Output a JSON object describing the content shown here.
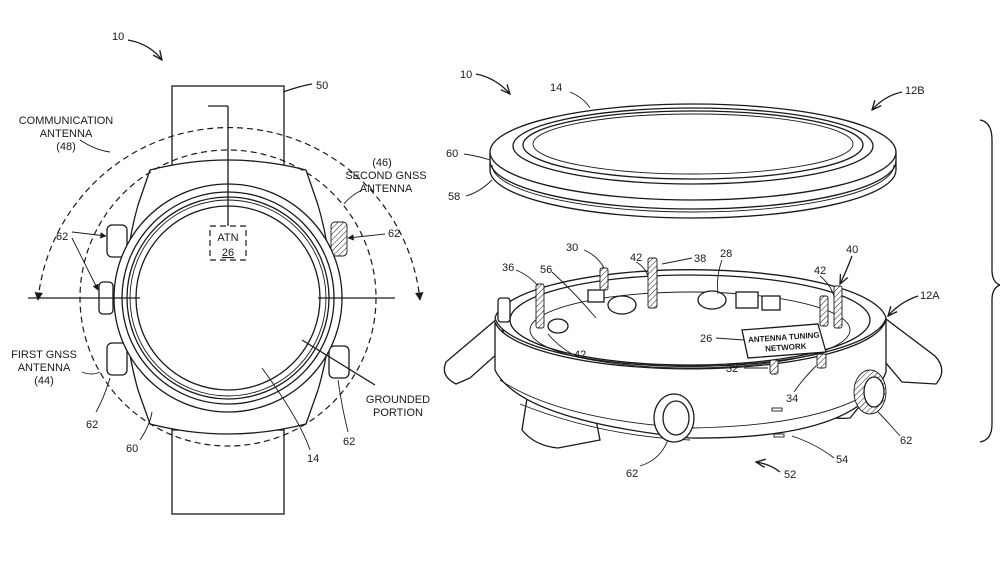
{
  "labels": {
    "ref_10_left": "10",
    "ref_50": "50",
    "communication_antenna": "COMMUNICATION",
    "communication_antenna_2": "ANTENNA",
    "communication_antenna_num": "(48)",
    "second_gnss_num": "(46)",
    "second_gnss": "SECOND GNSS",
    "second_gnss_2": "ANTENNA",
    "atn": "ATN",
    "atn_num": "26",
    "ref_62_a": "62",
    "ref_62_b": "62",
    "ref_62_c": "62",
    "ref_62_d": "62",
    "first_gnss": "FIRST GNSS",
    "first_gnss_2": "ANTENNA",
    "first_gnss_num": "(44)",
    "grounded": "GROUNDED",
    "grounded_2": "PORTION",
    "ref_60_left": "60",
    "ref_14_left": "14",
    "ref_10_right": "10",
    "ref_14_right": "14",
    "ref_12b": "12B",
    "ref_60_right": "60",
    "ref_58": "58",
    "ref_30": "30",
    "ref_38": "38",
    "ref_28": "28",
    "ref_40": "40",
    "ref_36": "36",
    "ref_56": "56",
    "ref_42_a": "42",
    "ref_42_b": "42",
    "ref_42_c": "42",
    "ref_12a": "12A",
    "ref_26": "26",
    "antenna_tuning": "ANTENNA TUNING",
    "network": "NETWORK",
    "ref_32": "32",
    "ref_34": "34",
    "ref_62_e": "62",
    "ref_62_f": "62",
    "ref_52": "52",
    "ref_54": "54"
  },
  "colors": {
    "line": "#1a1a1a",
    "background": "#ffffff"
  }
}
